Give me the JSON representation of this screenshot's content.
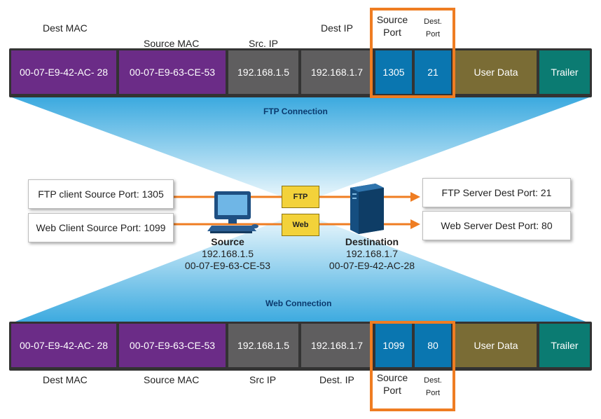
{
  "top_frame": {
    "labels": {
      "dest_mac": "Dest MAC",
      "source_mac": "Source MAC",
      "src_ip": "Src. IP",
      "dest_ip": "Dest IP",
      "source_port_line1": "Source",
      "source_port_line2": "Port",
      "dest_port_line1": "Dest.",
      "dest_port_line2": "Port"
    },
    "fields": {
      "dest_mac": "00-07-E9-42-AC- 28",
      "source_mac": "00-07-E9-63-CE-53",
      "src_ip": "192.168.1.5",
      "dest_ip": "192.168.1.7",
      "source_port": "1305",
      "dest_port": "21",
      "user_data": "User Data",
      "trailer": "Trailer"
    },
    "connection_title": "FTP Connection"
  },
  "middle": {
    "ftp_client": "FTP client Source Port: 1305",
    "web_client": "Web Client Source Port: 1099",
    "ftp_server": "FTP Server Dest Port: 21",
    "web_server": "Web Server Dest Port: 80",
    "ftp_envelope": "FTP",
    "web_envelope": "Web",
    "source": {
      "title": "Source",
      "ip": "192.168.1.5",
      "mac": "00-07-E9-63-CE-53"
    },
    "destination": {
      "title": "Destination",
      "ip": "192.168.1.7",
      "mac": "00-07-E9-42-AC-28"
    }
  },
  "bottom_frame": {
    "connection_title": "Web Connection",
    "fields": {
      "dest_mac": "00-07-E9-42-AC- 28",
      "source_mac": "00-07-E9-63-CE-53",
      "src_ip": "192.168.1.5",
      "dest_ip": "192.168.1.7",
      "source_port": "1099",
      "dest_port": "80",
      "user_data": "User Data",
      "trailer": "Trailer"
    },
    "labels": {
      "dest_mac": "Dest MAC",
      "source_mac": "Source MAC",
      "src_ip": "Src IP",
      "dest_ip": "Dest. IP",
      "source_port_line1": "Source",
      "source_port_line2": "Port",
      "dest_port_line1": "Dest.",
      "dest_port_line2": "Port"
    }
  },
  "colors": {
    "mac": "#6b2c87",
    "ip": "#5f5e5f",
    "port": "#0a76b0",
    "user_data": "#7a6c35",
    "trailer": "#0b7b72",
    "highlight": "#ef7d22",
    "arrow": "#ef7d22",
    "funnel": "#5bbfe8"
  }
}
